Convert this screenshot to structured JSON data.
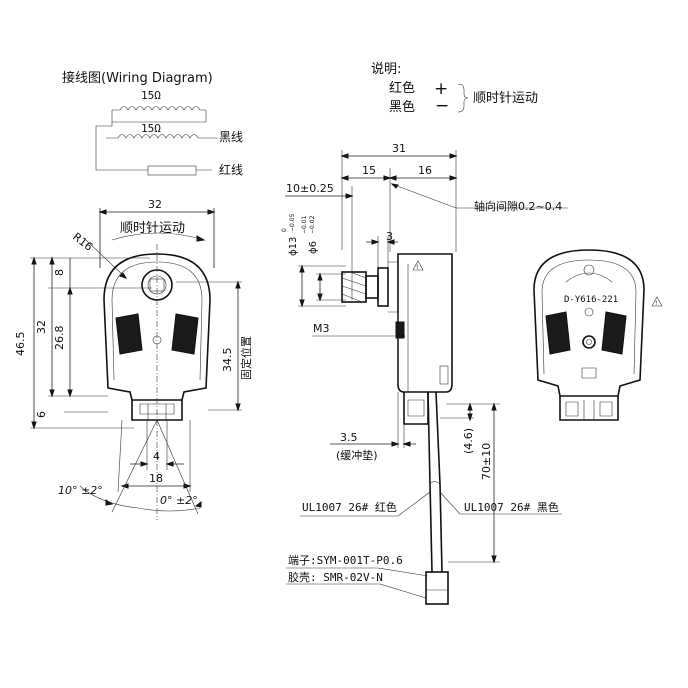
{
  "wiring": {
    "title": "接线图(Wiring Diagram)",
    "coil_top": "15Ω",
    "coil_bottom": "15Ω",
    "black_wire": "黑线",
    "red_wire": "红线"
  },
  "legend": {
    "title": "说明:",
    "red": "红色",
    "red_sign": "+",
    "black": "黑色",
    "black_sign": "−",
    "direction": "顺时针运动"
  },
  "front": {
    "width_dim": "32",
    "rotation": "顺时针运动",
    "radius": "R16",
    "h_total": "46.5",
    "h_32": "32",
    "h_26_8": "26.8",
    "h_8": "8",
    "h_6": "6",
    "fix_dim": "34.5",
    "fix_label": "固定位置",
    "w_4": "4",
    "w_18": "18",
    "angle_left": "10° ±2°",
    "angle_right": "0° ±2°"
  },
  "side": {
    "d31": "31",
    "d15": "15",
    "d16": "16",
    "d10": "10±0.25",
    "d3": "3",
    "shaft_d13_prefix": "ϕ13",
    "shaft_d13_tol_top": "0",
    "shaft_d13_tol_bot": "−0.05",
    "shaft_d6_prefix": "ϕ6",
    "shaft_d6_tol_top": "−0.01",
    "shaft_d6_tol_bot": "−0.02",
    "m3": "M3",
    "axial_gap": "轴向间隙0.2~0.4",
    "d35": "3.5",
    "buffer": "(缓冲垫)",
    "d46": "(4.6)",
    "d70": "70±10",
    "wire_red": "UL1007 26# 红色",
    "wire_black": "UL1007 26# 黑色",
    "terminal": "端子:SYM-001T-P0.6",
    "housing": "胶壳: SMR-02V-N"
  },
  "back": {
    "model": "D-Y616-221"
  }
}
